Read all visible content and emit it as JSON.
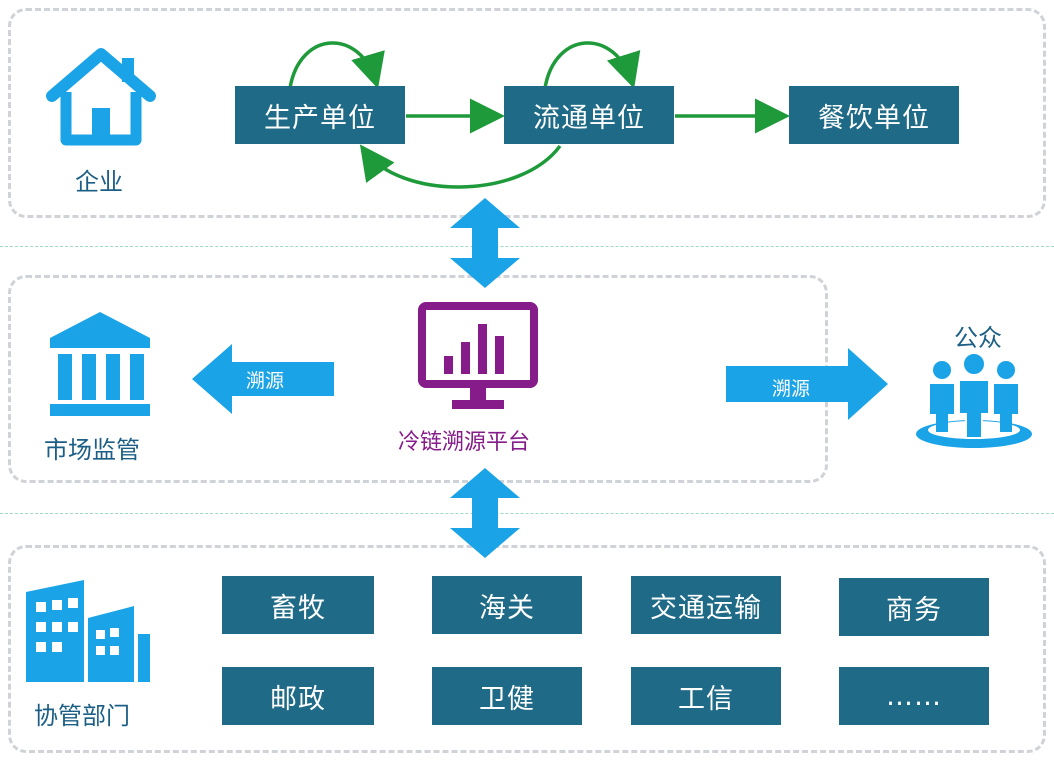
{
  "enterprise": {
    "label": "企业",
    "units": [
      "生产单位",
      "流通单位",
      "餐饮单位"
    ]
  },
  "platform": {
    "label": "冷链溯源平台",
    "to_regulator": "溯源",
    "to_public": "溯源"
  },
  "regulator": {
    "label": "市场监管"
  },
  "public": {
    "label": "公众"
  },
  "departments": {
    "label": "协管部门",
    "row1": [
      "畜牧",
      "海关",
      "交通运输",
      "商务"
    ],
    "row2": [
      "邮政",
      "卫健",
      "工信",
      "……"
    ]
  },
  "colors": {
    "box_fill": "#1e6a87",
    "accent_blue": "#1aa3e6",
    "flow_green": "#1e9a3a",
    "platform_purple": "#861b8a",
    "label_blue": "#1c5f86"
  }
}
